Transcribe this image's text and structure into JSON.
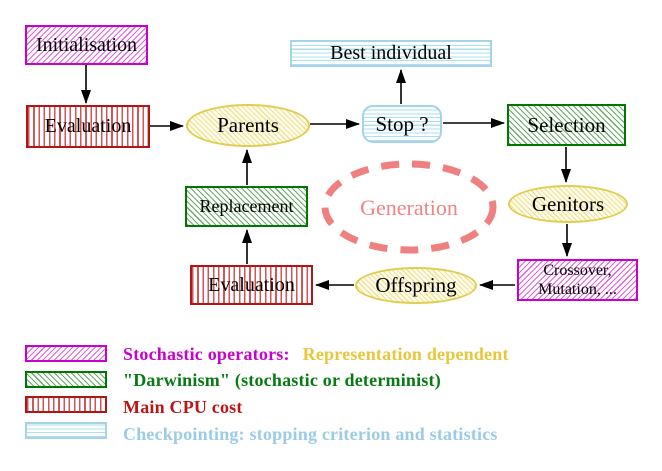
{
  "diagram": {
    "nodes": {
      "initialisation": {
        "label": "Initialisation",
        "style": "magenta-diagonal-hatch"
      },
      "evaluation_top": {
        "label": "Evaluation",
        "style": "red-vertical-stripes"
      },
      "parents": {
        "label": "Parents",
        "style": "yellow-hatch-ellipse"
      },
      "best_individual": {
        "label": "Best individual",
        "style": "cyan-horizontal-stripes"
      },
      "stop": {
        "label": "Stop ?",
        "style": "cyan-horizontal-stripes-rounded"
      },
      "selection": {
        "label": "Selection",
        "style": "green-diagonal-hatch"
      },
      "genitors": {
        "label": "Genitors",
        "style": "yellow-hatch-ellipse"
      },
      "crossover_mutation": {
        "lines": [
          "Crossover,",
          "Mutation, ..."
        ],
        "style": "magenta-diagonal-hatch"
      },
      "offspring": {
        "label": "Offspring",
        "style": "yellow-hatch-ellipse"
      },
      "evaluation_bottom": {
        "label": "Evaluation",
        "style": "red-vertical-stripes"
      },
      "replacement": {
        "label": "Replacement",
        "style": "green-diagonal-hatch"
      },
      "generation": {
        "label": "Generation",
        "style": "salmon-dashed-ellipse"
      }
    },
    "colors": {
      "magenta": "#cc00cc",
      "green": "#007700",
      "red": "#b41414",
      "cyan_blue": "#a6d3e6",
      "yellow_gold": "#e3cc52",
      "salmon": "#f08080",
      "node_text": "#000000"
    }
  },
  "legend": {
    "items": [
      {
        "swatch": "magenta-diagonal-hatch",
        "label": "Stochastic operators:",
        "label2": "Representation dependent",
        "label_color": "#cc00cc",
        "label2_color": "#e8c73a"
      },
      {
        "swatch": "green-diagonal-hatch",
        "label": "\"Darwinism\" (stochastic or determinist)",
        "label_color": "#077a12"
      },
      {
        "swatch": "red-vertical-stripes",
        "label": "Main CPU cost",
        "label_color": "#bd1515"
      },
      {
        "swatch": "cyan-horizontal-stripes",
        "label": "Checkpointing: stopping criterion and statistics",
        "label_color": "#9ccbe8"
      }
    ]
  }
}
